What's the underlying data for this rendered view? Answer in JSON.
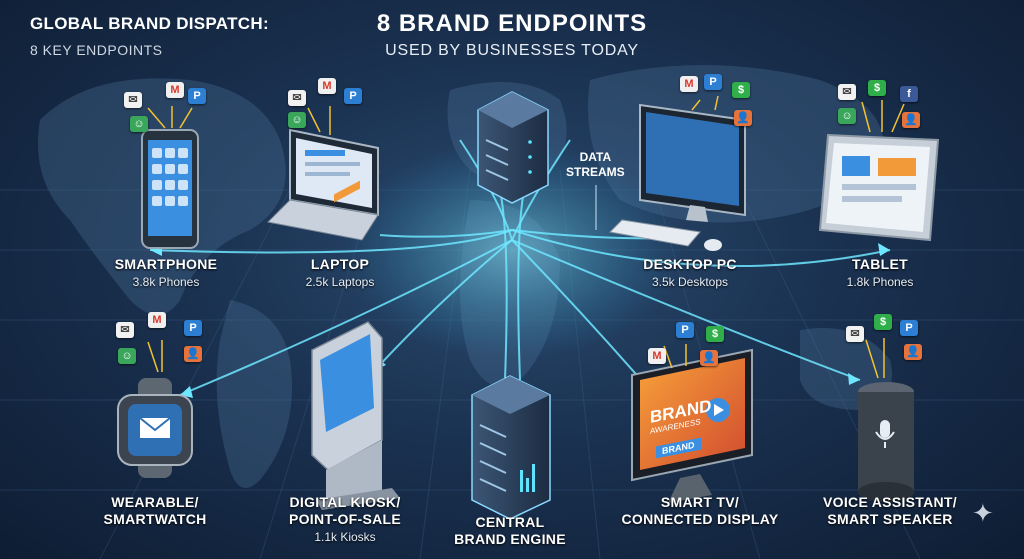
{
  "header": {
    "left_title": "GLOBAL BRAND DISPATCH:",
    "left_subtitle": "8 KEY ENDPOINTS",
    "title": "8 BRAND ENDPOINTS",
    "subtitle": "USED BY BUSINESSES TODAY"
  },
  "center": {
    "streams_line1": "DATA",
    "streams_line2": "STREAMS",
    "engine_line1": "CENTRAL",
    "engine_line2": "BRAND ENGINE"
  },
  "endpoints": [
    {
      "label_line1": "SMARTPHONE",
      "label_line2": "",
      "count": "3.8k Phones"
    },
    {
      "label_line1": "LAPTOP",
      "label_line2": "",
      "count": "2.5k Laptops"
    },
    {
      "label_line1": "DESKTOP PC",
      "label_line2": "",
      "count": "3.5k Desktops"
    },
    {
      "label_line1": "TABLET",
      "label_line2": "",
      "count": "1.8k Phones"
    },
    {
      "label_line1": "WEARABLE/",
      "label_line2": "SMARTWATCH",
      "count": ""
    },
    {
      "label_line1": "DIGITAL KIOSK/",
      "label_line2": "POINT-OF-SALE",
      "count": "1.1k Kiosks"
    },
    {
      "label_line1": "SMART TV/",
      "label_line2": "CONNECTED DISPLAY",
      "count": ""
    },
    {
      "label_line1": "VOICE ASSISTANT/",
      "label_line2": "SMART SPEAKER",
      "count": ""
    }
  ],
  "tv_screen": {
    "brand": "BRAND",
    "tagline": "AWARENESS",
    "button": "BRAND"
  },
  "icons": {
    "mail": "✉",
    "gmail": "M",
    "p": "P",
    "dollar": "$",
    "chat": "☺",
    "user": "👤",
    "fb": "f"
  },
  "colors": {
    "background": "#1a3150",
    "glow": "#5fe3ff",
    "accent_orange": "#f08a2c"
  }
}
